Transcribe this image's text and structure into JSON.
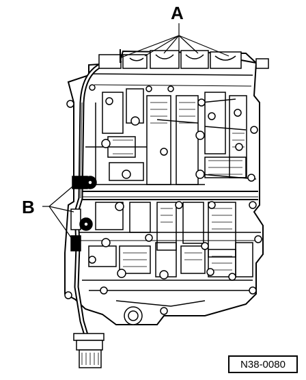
{
  "callouts": {
    "a": "A",
    "b": "B"
  },
  "figure_code": "N38-0080",
  "colors": {
    "ink": "#000000",
    "paper": "#ffffff"
  }
}
